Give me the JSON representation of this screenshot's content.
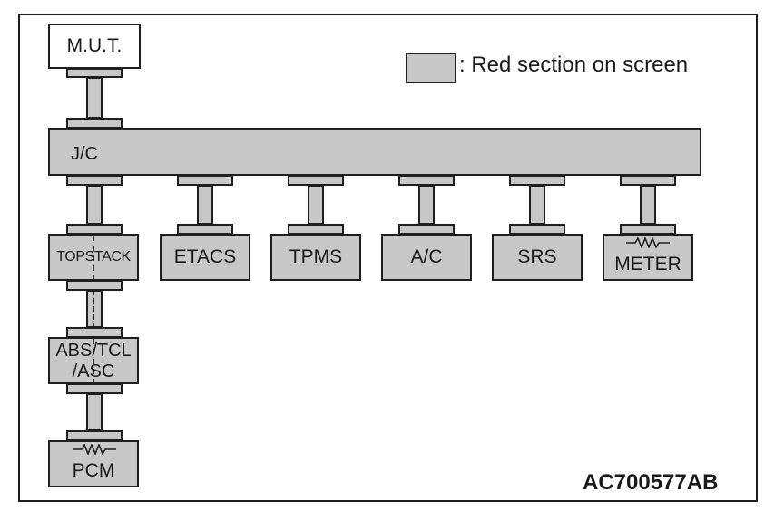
{
  "legend": {
    "text": ": Red section on screen",
    "swatch_color": "#c8c8c8"
  },
  "reference_code": "AC700577AB",
  "nodes": {
    "mut": "M.U.T.",
    "jc": "J/C",
    "topstack": "TOPSTACK",
    "abs_line1": "ABS/TCL",
    "abs_line2": "/ASC",
    "pcm": "PCM",
    "etacs": "ETACS",
    "tpms": "TPMS",
    "ac": "A/C",
    "srs": "SRS",
    "meter": "METER"
  },
  "icons": {
    "resistor": "resistor-icon"
  },
  "colors": {
    "section_fill": "#c8c8c8",
    "line": "#1f1f1f"
  }
}
